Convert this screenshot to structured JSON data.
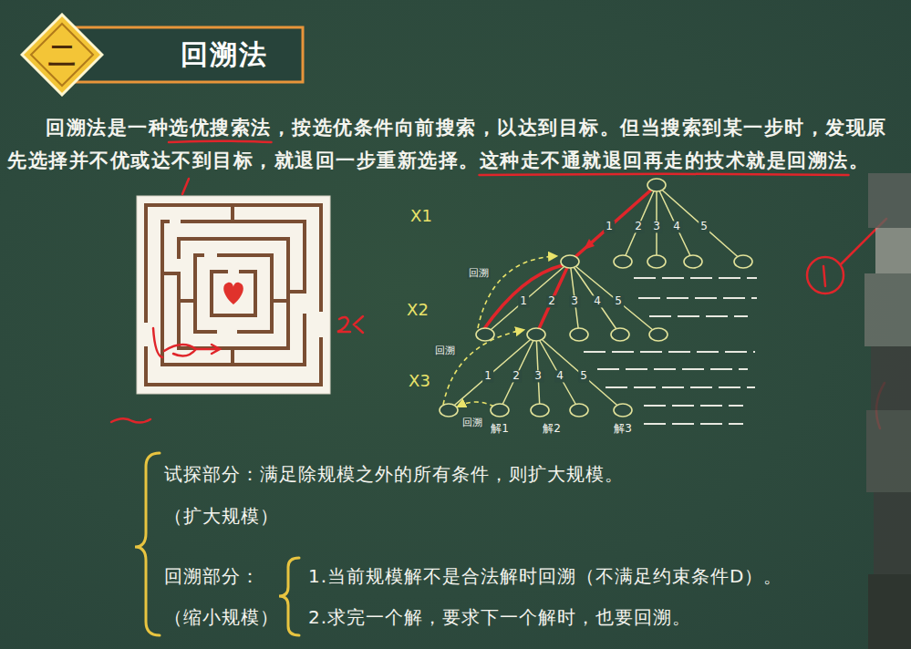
{
  "diagram": {
    "title": "回溯法",
    "nodes": [
      {
        "text": [
          "二"
        ]
      }
    ],
    "labels": [
      "回溯法是一种选优搜索法，按选优条件向前搜索，以达到目标。但当搜索到某一步时，发现原先选择并不优或达不到目标，就退回一步重新选择。这种走不通就退回再走的技术就是回溯法。",
      "X1",
      "X2",
      "X3",
      "1",
      "2",
      "3",
      "4",
      "5",
      "1",
      "2",
      "3",
      "4",
      "5",
      "1",
      "2",
      "3",
      "4",
      "5",
      "回溯",
      "回溯",
      "回溯",
      "解1",
      "解2",
      "解3",
      "试探部分：满足除规模之外的所有条件，则扩大规模。",
      "（扩大规模）",
      "回溯部分：",
      "（缩小规模）",
      "1.当前规模解不是合法解时回溯（不满足约束条件D）。",
      "2.求完一个解，要求下一个解时，也要回溯。"
    ]
  }
}
